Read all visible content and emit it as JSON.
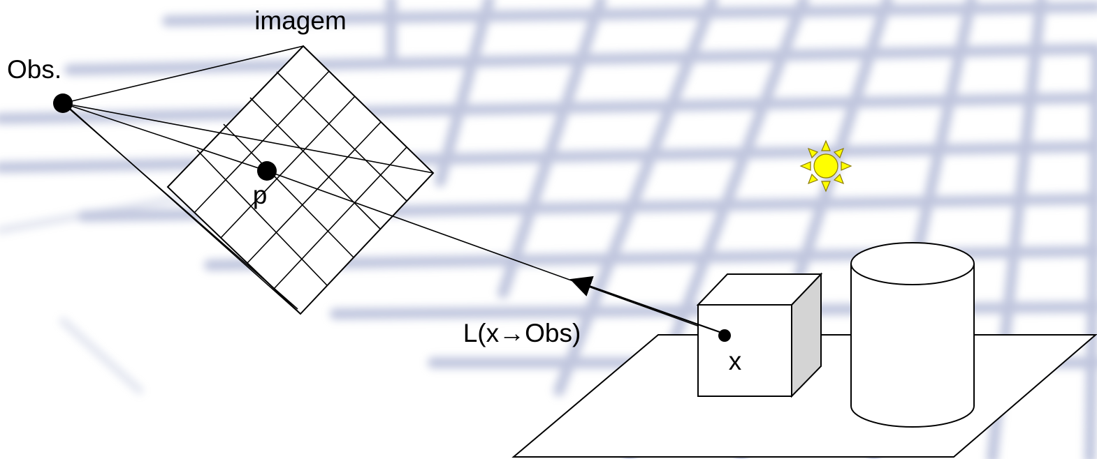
{
  "labels": {
    "image_plane": "imagem",
    "observer": "Obs.",
    "pixel": "p",
    "radiance": "L(x→Obs)",
    "surface_point": "x"
  },
  "colors": {
    "background_grid": "#8c97c2",
    "sun_fill": "#ffff00",
    "sun_stroke": "#b0a000",
    "cube_side": "#d4d4d4",
    "stroke": "#000000"
  },
  "icons": {
    "sun": "sun-icon"
  }
}
